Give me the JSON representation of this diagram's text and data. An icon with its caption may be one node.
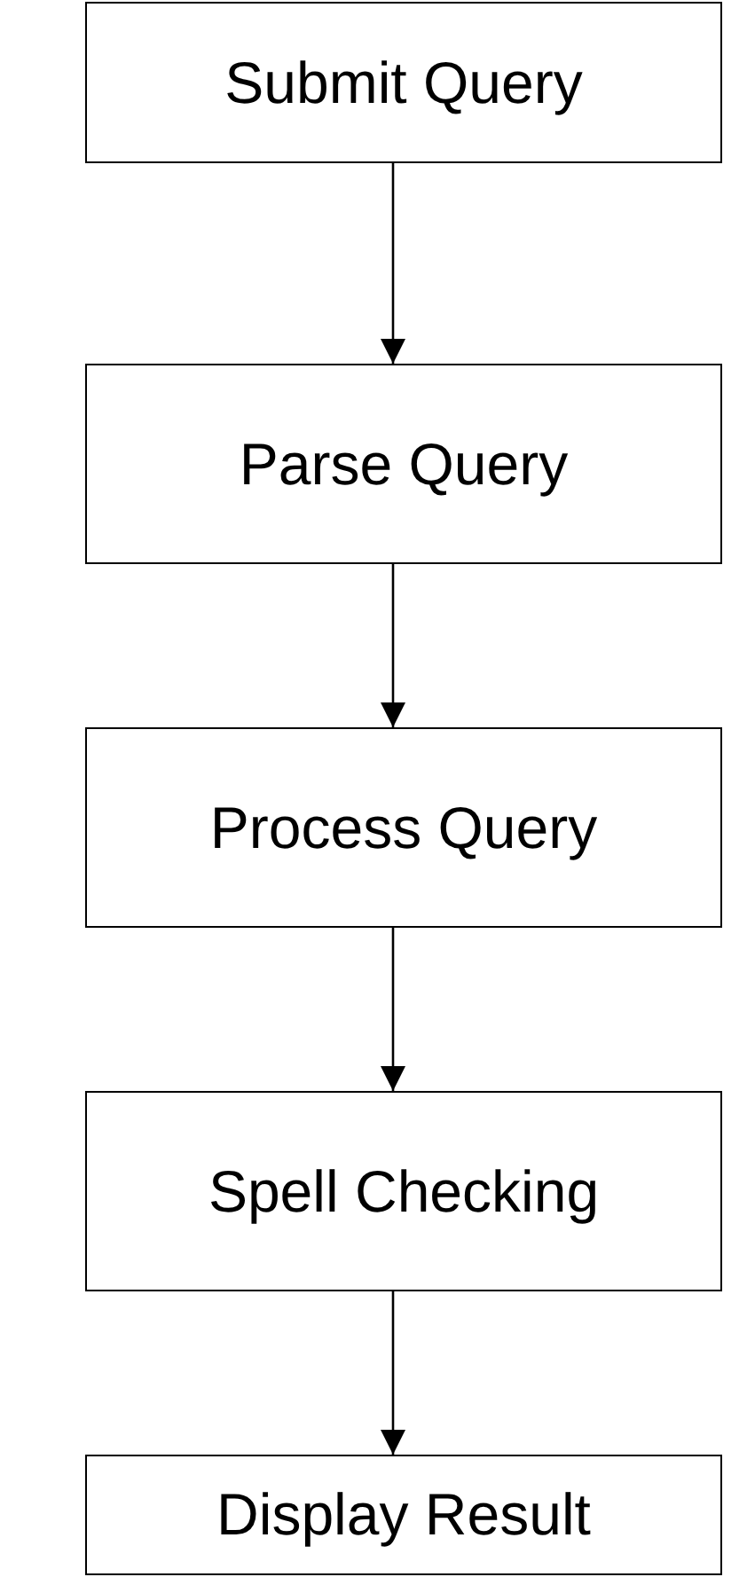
{
  "diagram": {
    "nodes": [
      {
        "text": [
          "Submit Query"
        ]
      },
      {
        "text": [
          "Parse Query"
        ]
      },
      {
        "text": [
          "Process Query"
        ]
      },
      {
        "text": [
          "Spell Checking"
        ]
      },
      {
        "text": [
          "Display Result"
        ]
      }
    ],
    "edges": [
      {
        "from": 0,
        "to": 1,
        "arrow": "to"
      },
      {
        "from": 1,
        "to": 2,
        "arrow": "to"
      },
      {
        "from": 2,
        "to": 3,
        "arrow": "to"
      },
      {
        "from": 3,
        "to": 4,
        "arrow": "to"
      }
    ]
  }
}
